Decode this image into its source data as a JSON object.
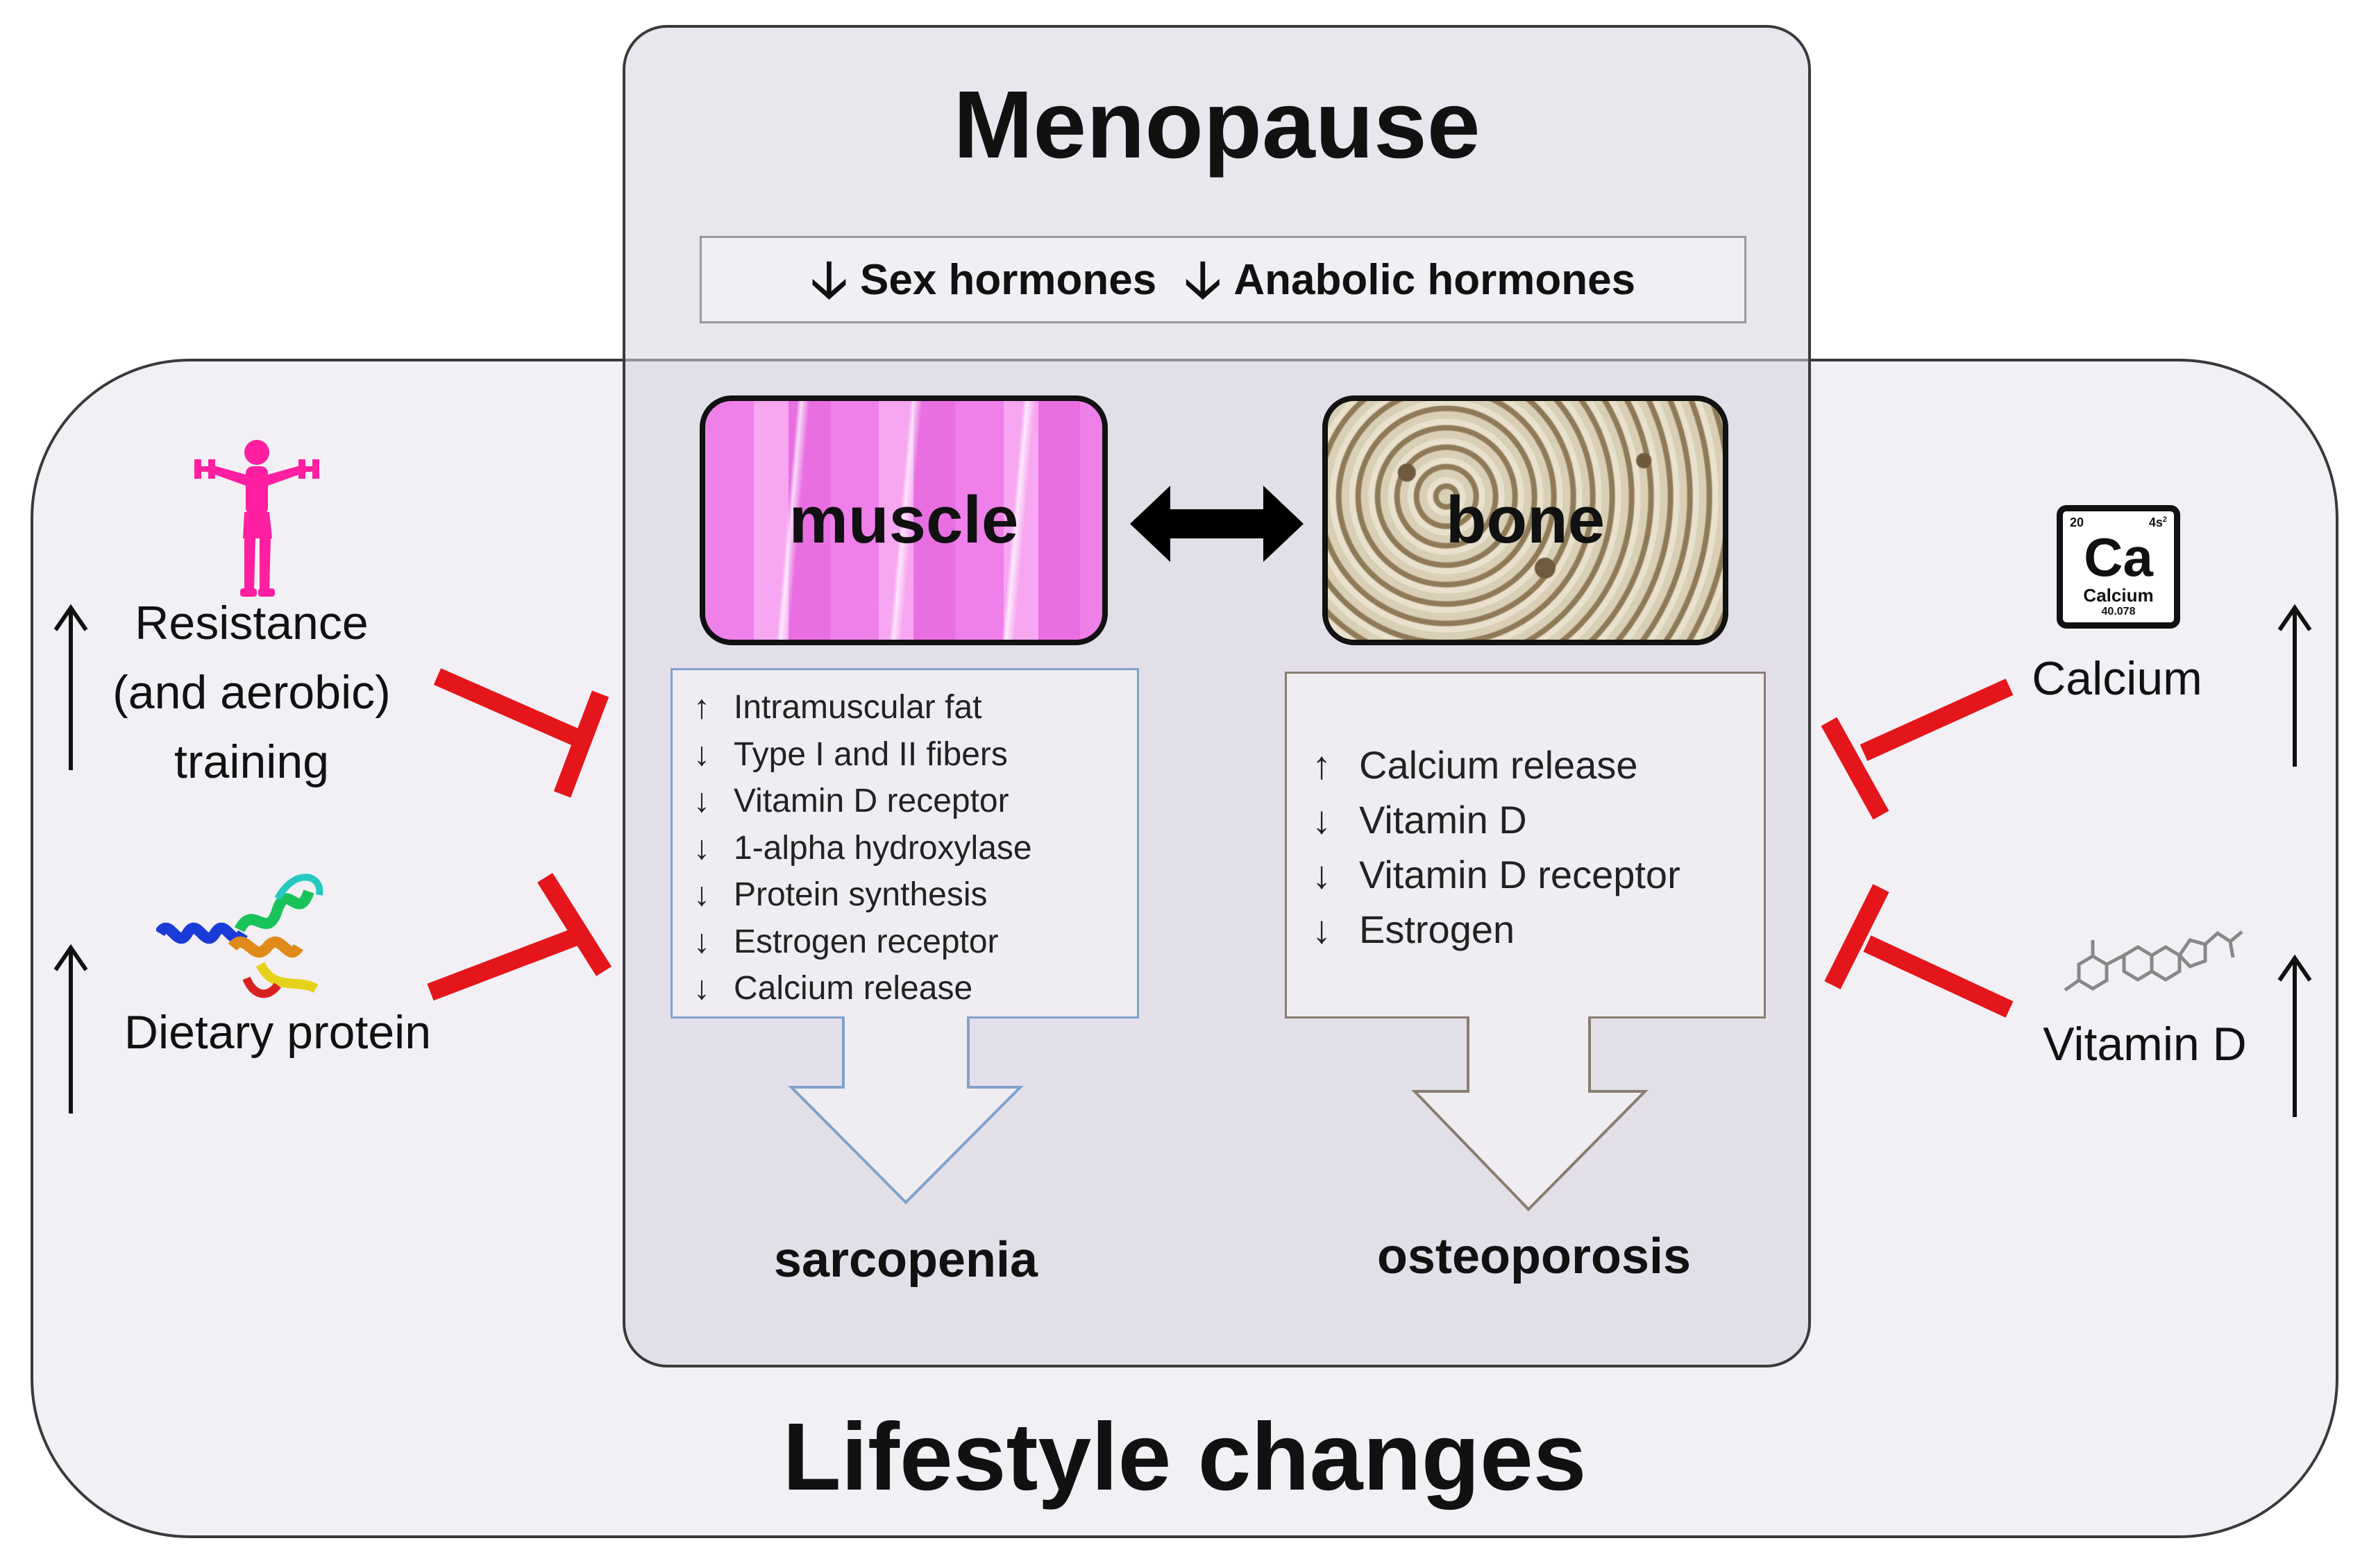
{
  "menopause": {
    "title": "Menopause",
    "hormones": [
      {
        "arrow": "down",
        "label": "Sex hormones"
      },
      {
        "arrow": "down",
        "label": "Anabolic hormones"
      }
    ]
  },
  "tissues": {
    "muscle": {
      "label": "muscle"
    },
    "bone": {
      "label": "bone"
    },
    "link": "bidirectional"
  },
  "muscle_effects": [
    {
      "symbol": "↑",
      "text": "Intramuscular fat"
    },
    {
      "symbol": "↓",
      "text": "Type I and II fibers"
    },
    {
      "symbol": "↓",
      "text": "Vitamin D receptor"
    },
    {
      "symbol": "↓",
      "text": "1-alpha hydroxylase"
    },
    {
      "symbol": "↓",
      "text": "Protein synthesis"
    },
    {
      "symbol": "↓",
      "text": "Estrogen receptor"
    },
    {
      "symbol": "↓",
      "text": "Calcium release"
    }
  ],
  "bone_effects": [
    {
      "symbol": "↑",
      "text": "Calcium release"
    },
    {
      "symbol": "↓",
      "text": "Vitamin D"
    },
    {
      "symbol": "↓",
      "text": "Vitamin D receptor"
    },
    {
      "symbol": "↓",
      "text": "Estrogen"
    }
  ],
  "outcomes": {
    "muscle": "sarcopenia",
    "bone": "osteoporosis"
  },
  "interventions": {
    "training": {
      "line1": "Resistance",
      "line2": "(and aerobic)",
      "line3": "training",
      "arrow": "↑"
    },
    "protein": {
      "label": "Dietary protein",
      "arrow": "↑"
    },
    "calcium": {
      "label": "Calcium",
      "arrow": "↑"
    },
    "vitamin_d": {
      "label": "Vitamin D",
      "arrow": "↑"
    }
  },
  "calcium_tile": {
    "atomic_number": "20",
    "shell": "4s",
    "superscript": "2",
    "symbol": "Ca",
    "name": "Calcium",
    "mass": "40.078"
  },
  "lifestyle": {
    "title": "Lifestyle changes"
  },
  "colors": {
    "inhibitor": "#e4161b",
    "figure": "#ff1fa0",
    "muscle_border": "#7ea2cc",
    "bone_border": "#8a7d70"
  }
}
